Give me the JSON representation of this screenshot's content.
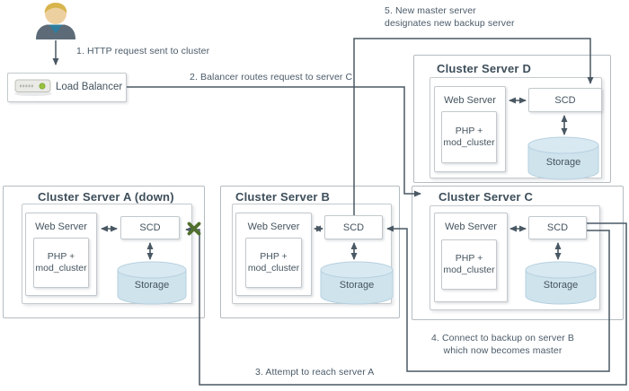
{
  "actor": {
    "icon": "user-icon"
  },
  "load_balancer": {
    "label": "Load Balancer"
  },
  "steps": {
    "s1": "1. HTTP request sent to cluster",
    "s2": "2. Balancer routes request to server C",
    "s3": "3. Attempt to reach server A",
    "s4": "4. Connect to backup on server B\nwhich now becomes master",
    "s5": "5. New master server\ndesignates new backup  server"
  },
  "clusters": [
    {
      "id": "A",
      "title": "Cluster Server A (down)",
      "web_server": "Web Server",
      "php": "PHP +\nmod_cluster",
      "scd": "SCD",
      "storage": "Storage"
    },
    {
      "id": "B",
      "title": "Cluster Server B",
      "web_server": "Web Server",
      "php": "PHP +\nmod_cluster",
      "scd": "SCD",
      "storage": "Storage"
    },
    {
      "id": "C",
      "title": "Cluster Server C",
      "web_server": "Web Server",
      "php": "PHP +\nmod_cluster",
      "scd": "SCD",
      "storage": "Storage"
    },
    {
      "id": "D",
      "title": "Cluster Server D",
      "web_server": "Web Server",
      "php": "PHP +\nmod_cluster",
      "scd": "SCD",
      "storage": "Storage"
    }
  ],
  "colors": {
    "line": "#4a5863",
    "text": "#44545f",
    "storage_fill": "#cfe3ed",
    "failure_x": "#50702d",
    "status_dot": "#97c23e"
  }
}
